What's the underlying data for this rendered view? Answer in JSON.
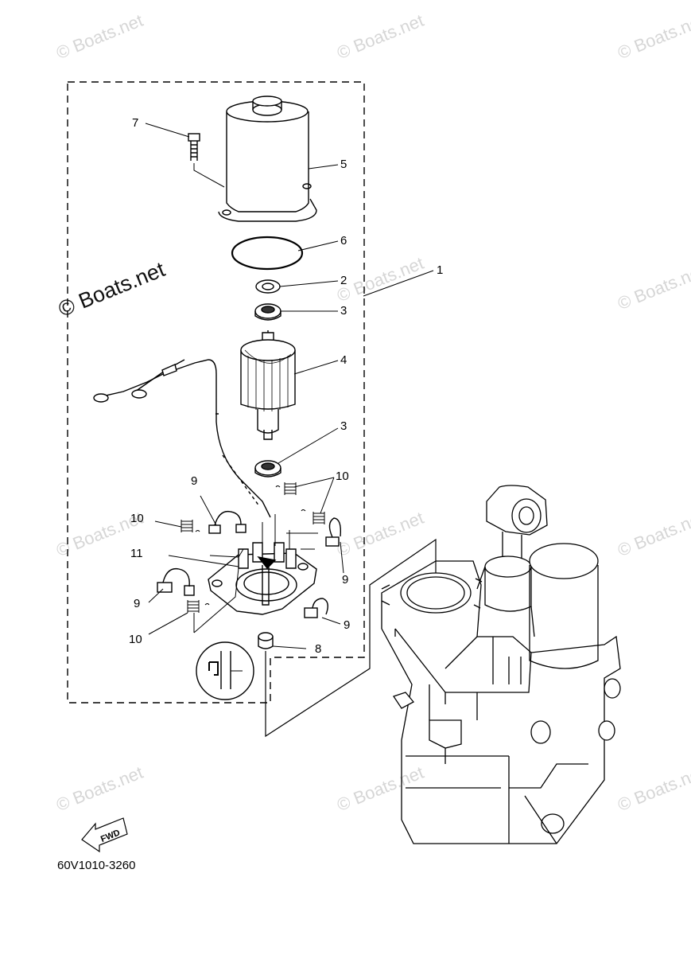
{
  "watermark": "© Boats.net",
  "diagram_code": "60V1010-3260",
  "fwd_label": "FWD",
  "callouts": {
    "c1": "1",
    "c2": "2",
    "c3a": "3",
    "c3b": "3",
    "c4": "4",
    "c5": "5",
    "c6": "6",
    "c7": "7",
    "c8": "8",
    "c9a": "9",
    "c9b": "9",
    "c9c": "9",
    "c9d": "9",
    "c10a": "10",
    "c10b": "10",
    "c10c": "10",
    "c11": "11"
  }
}
